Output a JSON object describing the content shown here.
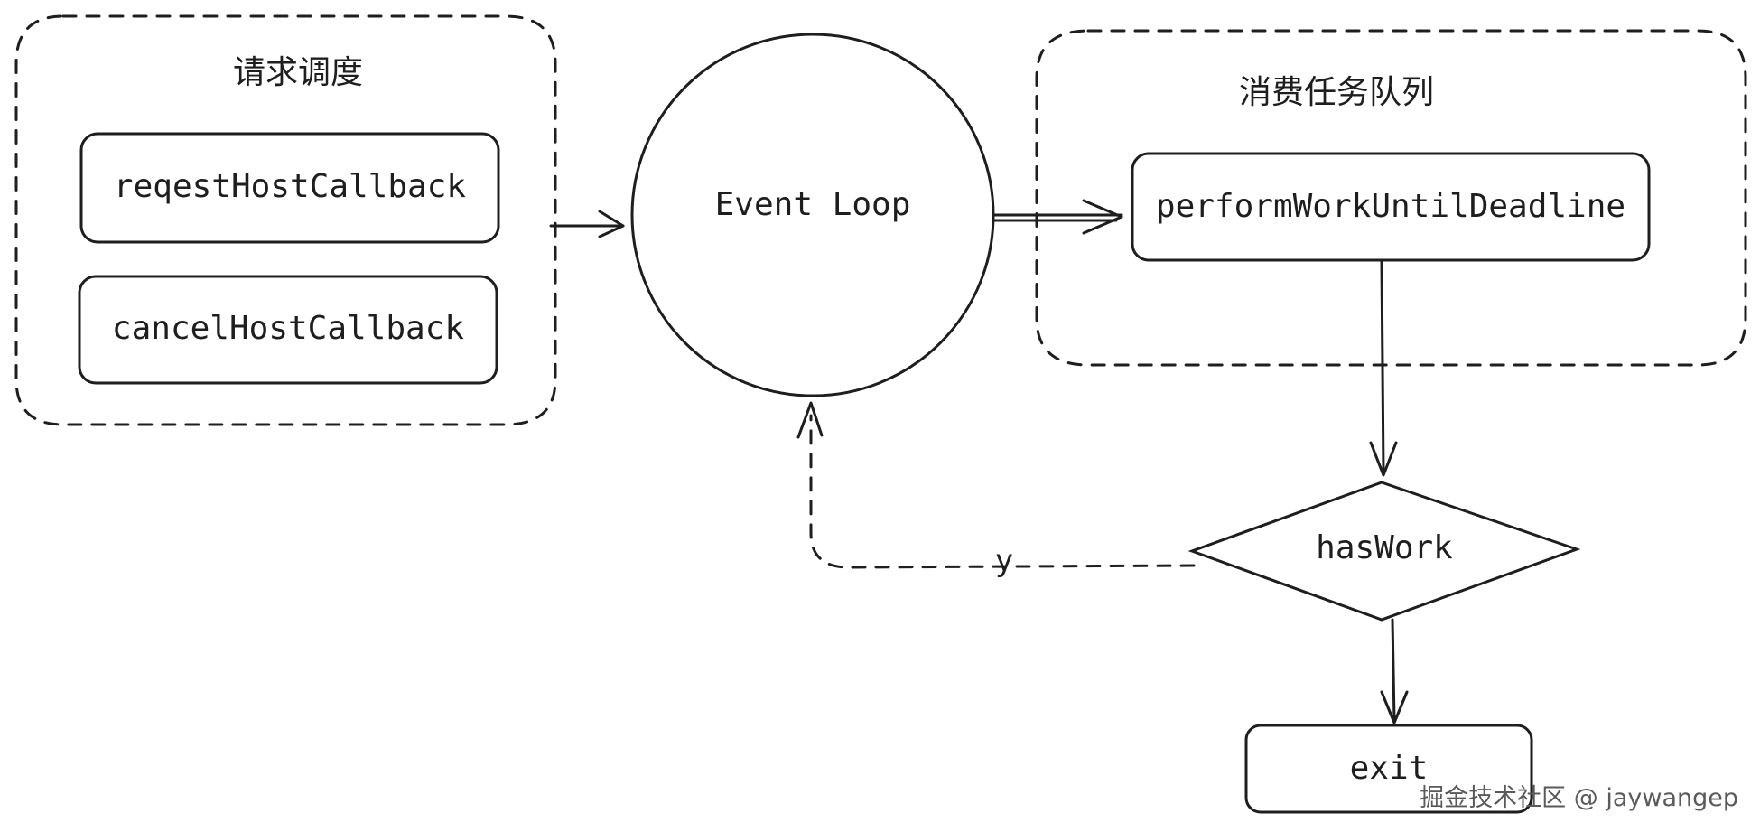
{
  "groups": {
    "request": {
      "title": "请求调度"
    },
    "consume": {
      "title": "消费任务队列"
    }
  },
  "nodes": {
    "request_host_callback": "reqestHostCallback",
    "cancel_host_callback": "cancelHostCallback",
    "event_loop": "Event Loop",
    "perform_work": "performWorkUntilDeadline",
    "has_work": "hasWork",
    "exit": "exit"
  },
  "edges": {
    "yes_label": "y"
  },
  "watermark": "掘金技术社区 @ jaywangep"
}
